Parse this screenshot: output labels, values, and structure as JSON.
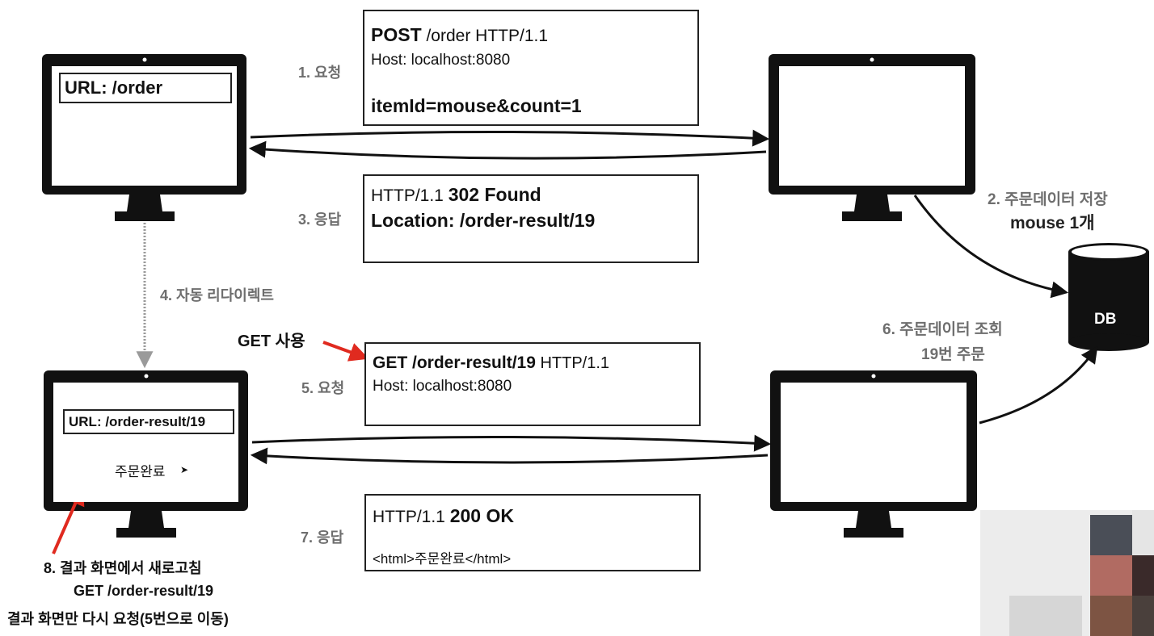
{
  "colors": {
    "red_arrow": "#e02a1f",
    "gray_text": "#6e6e6e",
    "monitor": "#111111"
  },
  "steps": {
    "s1": "1. 요청",
    "s2_line1": "2. 주문데이터 저장",
    "s2_line2": "mouse 1개",
    "s3": "3. 응답",
    "s4": "4. 자동 리다이렉트",
    "s5": "5. 요청",
    "s6_line1": "6. 주문데이터 조회",
    "s6_line2": "19번 주문",
    "s7": "7. 응답",
    "s8_line1": "8. 결과 화면에서 새로고침",
    "s8_line2": "GET /order-result/19",
    "s8_line3": "결과 화면만 다시 요청(5번으로 이동)"
  },
  "request1": {
    "method": "POST",
    "line_rest": " /order HTTP/1.1",
    "host": "Host: localhost:8080",
    "body": "itemId=mouse&count=1"
  },
  "response1": {
    "status_prefix": "HTTP/1.1 ",
    "status": "302 Found",
    "location": "Location: /order-result/19"
  },
  "request2": {
    "path": "GET /order-result/19",
    "line_rest": " HTTP/1.1",
    "host": "Host: localhost:8080"
  },
  "response2": {
    "status_prefix": "HTTP/1.1 ",
    "status": "200 OK",
    "body": "<html>주문완료</html>"
  },
  "annotations": {
    "get_use": "GET 사용"
  },
  "client_top": {
    "url": "URL: /order"
  },
  "client_bottom": {
    "url": "URL: /order-result/19",
    "content": "주문완료"
  },
  "db": {
    "label": "DB"
  }
}
